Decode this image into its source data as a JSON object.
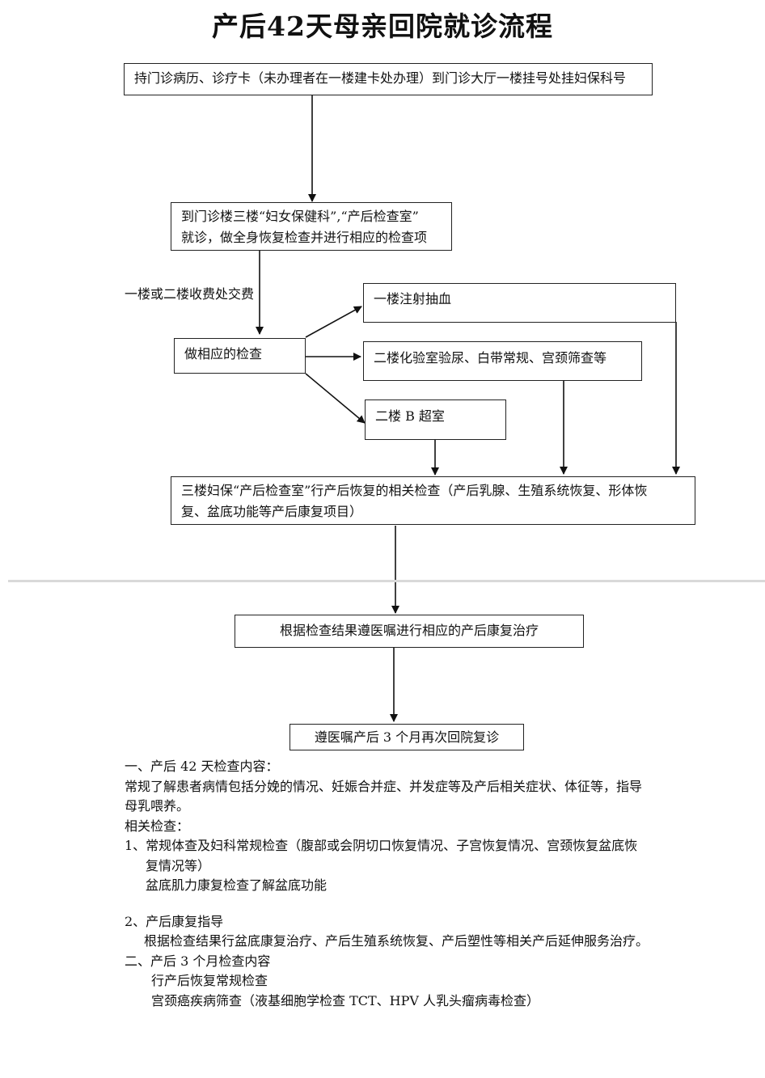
{
  "title": "产后42天母亲回院就诊流程",
  "flow": {
    "step1": "持门诊病历、诊疗卡（未办理者在一楼建卡处办理）到门诊大厅一楼挂号处挂妇保科号",
    "step2_line1": "到门诊楼三楼“妇女保健科”,“产后检查室”",
    "step2_line2": "就诊，做全身恢复检查并进行相应的检查项",
    "payment_label": "一楼或二楼收费处交费",
    "step3": "做相应的检查",
    "branch1": "一楼注射抽血",
    "branch2": "二楼化验室验尿、白带常规、宫颈筛查等",
    "branch3": "二楼 B 超室",
    "step4_line1": "三楼妇保“产后检查室”行产后恢复的相关检查（产后乳腺、生殖系统恢复、形体恢",
    "step4_line2": "复、盆底功能等产后康复项目）",
    "step5": "根据检查结果遵医嘱进行相应的产后康复治疗",
    "step6": "遵医嘱产后 3 个月再次回院复诊"
  },
  "notes": {
    "s1_title": "一、产后 42 天检查内容：",
    "s1_body_line1": "常规了解患者病情包括分娩的情况、妊娠合并症、并发症等及产后相关症状、体征等，指导",
    "s1_body_line2": "母乳喂养。",
    "related_title": "相关检查：",
    "item1_line1": "1、常规体查及妇科常规检查（腹部或会阴切口恢复情况、子宫恢复情况、宫颈恢复盆底恢",
    "item1_line2": "复情况等）",
    "item1_line3": "盆底肌力康复检查了解盆底功能",
    "item2_title": "2、产后康复指导",
    "item2_body": "根据检查结果行盆底康复治疗、产后生殖系统恢复、产后塑性等相关产后延伸服务治疗。",
    "s2_title": "二、产后 3 个月检查内容",
    "s2_item1": "行产后恢复常规检查",
    "s2_item2": "宫颈癌疾病筛查（液基细胞学检查 TCT、HPV 人乳头瘤病毒检查）"
  }
}
